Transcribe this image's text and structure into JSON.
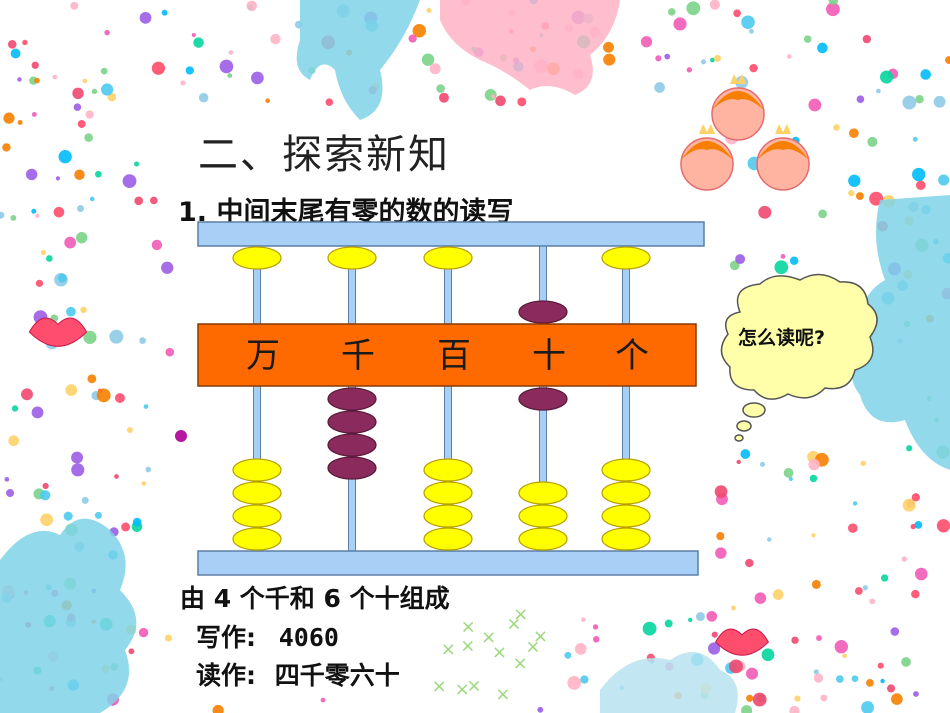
{
  "slide": {
    "title": "二、探索新知",
    "subtitle": "1. 中间末尾有零的数的读写"
  },
  "abacus": {
    "place_labels": [
      "万",
      "千",
      "百",
      "十",
      "个"
    ],
    "upper_beads_inactive": [
      1,
      1,
      1,
      0,
      1
    ],
    "upper_beads_active": [
      0,
      0,
      0,
      1,
      0
    ],
    "lower_beads_active": [
      0,
      4,
      0,
      1,
      0
    ],
    "lower_beads_inactive": [
      4,
      0,
      4,
      3,
      4
    ],
    "colors": {
      "bead_inactive": "#ffff00",
      "bead_active": "#8b2a5c",
      "beam": "#ff6a00",
      "rail": "#a8cff5"
    }
  },
  "thought_bubble": {
    "text": "怎么读呢?"
  },
  "caption": {
    "composition": "由 4 个千和 6 个十组成",
    "write_label": "写作:",
    "write_value": "4060",
    "read_label": "读作:",
    "read_value": "四千零六十"
  }
}
